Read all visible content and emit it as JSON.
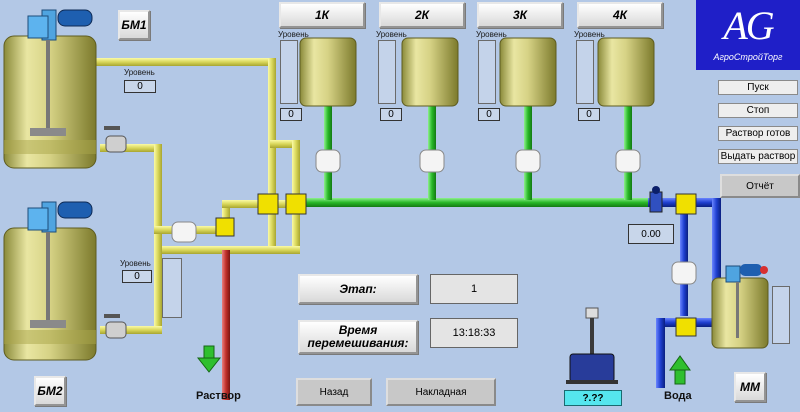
{
  "logo": {
    "letters": "AG",
    "text": "АгроСтройТорг"
  },
  "tanks": {
    "bm1": {
      "label": "БМ1"
    },
    "bm2": {
      "label": "БМ2"
    },
    "mm": {
      "label": "ММ"
    }
  },
  "dosers": [
    {
      "label": "1К"
    },
    {
      "label": "2К"
    },
    {
      "label": "3К"
    },
    {
      "label": "4К"
    }
  ],
  "level": {
    "caption": "Уровень",
    "k1": "0",
    "k2": "0",
    "k3": "0",
    "k4": "0",
    "bm1": "0",
    "bm2": "0"
  },
  "flow_value": "0.00",
  "stage": {
    "label": "Этап:",
    "value": "1"
  },
  "mix_time": {
    "label_line1": "Время",
    "label_line2": "перемешивания:",
    "value": "13:18:33"
  },
  "scale_value": "?.??",
  "labels": {
    "solution": "Раствор",
    "water": "Вода"
  },
  "controls": {
    "start": "Пуск",
    "stop": "Стоп",
    "solution_ready": "Раствор готов",
    "dispense_solution": "Выдать раствор",
    "report": "Отчёт",
    "back": "Назад",
    "invoice": "Накладная"
  },
  "colors": {
    "background": "#b3c8e6",
    "pipe_yellow": "#e8e870",
    "pipe_green": "#2fbf2f",
    "pipe_blue": "#1e3fd0",
    "pipe_red": "#c0302a",
    "logo_bg": "#1f1fc8"
  }
}
